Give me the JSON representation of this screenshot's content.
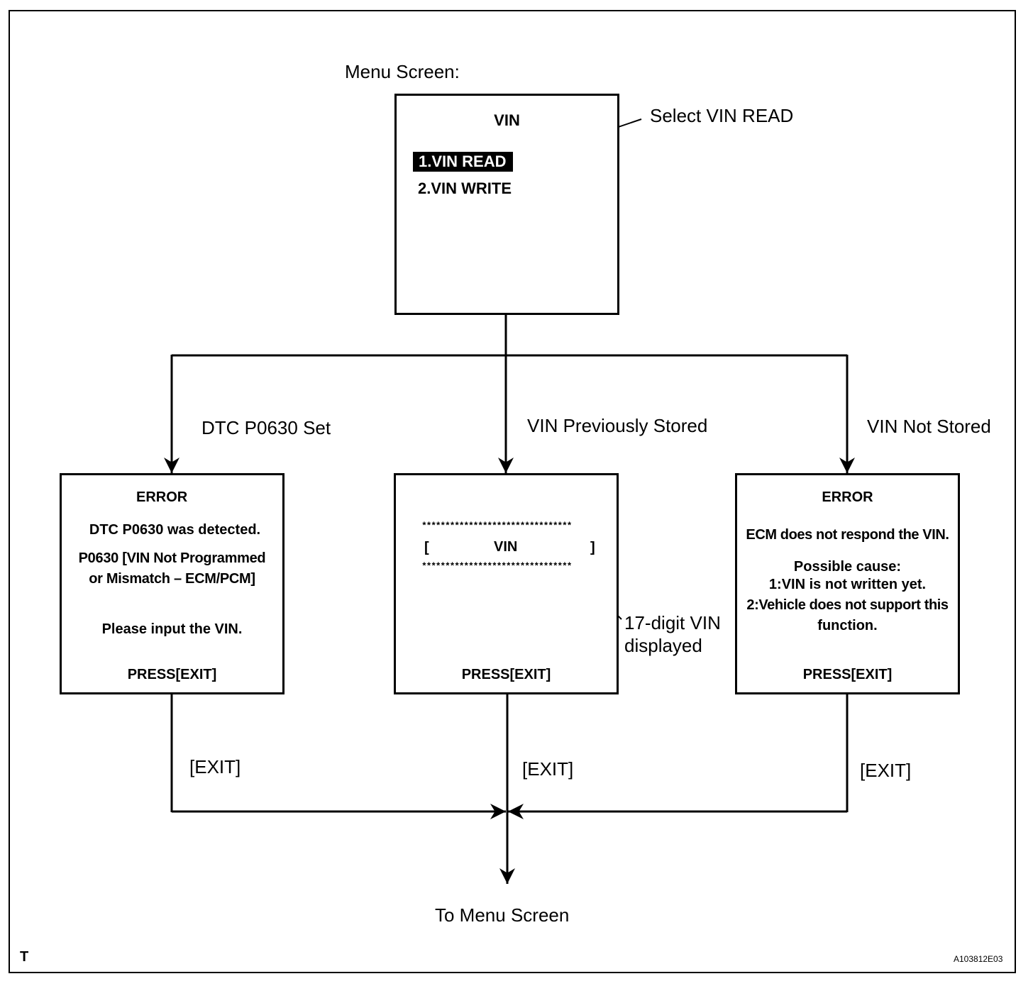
{
  "menu_caption": "Menu Screen:",
  "menu_screen": {
    "title": "VIN",
    "items": [
      "1.VIN READ",
      "2.VIN WRITE"
    ],
    "selected_index": 0
  },
  "callouts": {
    "select": "Select VIN READ",
    "vin_displayed_line1": "17-digit VIN",
    "vin_displayed_line2": "displayed"
  },
  "branches": {
    "left": "DTC P0630 Set",
    "middle": "VIN Previously Stored",
    "right": "VIN Not Stored"
  },
  "left_screen": {
    "title": "ERROR",
    "line1": "DTC P0630 was detected.",
    "line2": "P0630  [VIN Not Programmed",
    "line3": "or Mismatch – ECM/PCM]",
    "line4": "Please input the VIN.",
    "footer": "PRESS[EXIT]"
  },
  "middle_screen": {
    "stars_top": "********************************",
    "bracket_open": "[",
    "vin_label": "VIN",
    "bracket_close": "]",
    "stars_bottom": "********************************",
    "footer": "PRESS[EXIT]"
  },
  "right_screen": {
    "title": "ERROR",
    "line1": "ECM does not respond the VIN.",
    "line2": "Possible cause:",
    "line3": "1:VIN is not written yet.",
    "line4": "2:Vehicle does not support this",
    "line5": "function.",
    "footer": "PRESS[EXIT]"
  },
  "exit_labels": {
    "left": "[EXIT]",
    "middle": "[EXIT]",
    "right": "[EXIT]"
  },
  "destination": "To Menu Screen",
  "corner_mark": "T",
  "figure_id": "A103812E03"
}
